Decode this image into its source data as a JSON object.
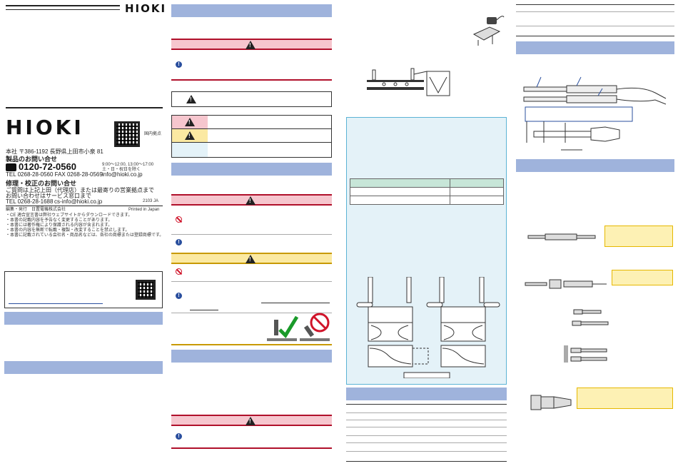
{
  "cover": {
    "brand_small": "HIOKI",
    "brand_large": "HIOKI",
    "domestic_label": "国内拠点",
    "hq_address": "本社 〒386-1192 長野県上田市小泉 81",
    "inquiry_heading": "製品のお問い合せ",
    "free_dial": "0120-72-0560",
    "hours": "9:00～12:00, 13:00～17:00",
    "hours_note": "土・日・祝日を除く",
    "tel_fax": "TEL 0268-28-0560  FAX 0268-28-0569",
    "email": "info@hioki.co.jp",
    "repair_heading": "修理・校正のお問い合せ",
    "repair_line1": "ご質問は上記上田（代理店）または最寄りの営業拠点まで",
    "repair_line2": "お問い合わせはサービス窓口まで",
    "repair_tel": "TEL 0268-28-1688",
    "repair_email": "cs-info@hioki.co.jp",
    "edition": "2103 JA",
    "publisher": "編集・発行　日置電機株式会社",
    "printed": "Printed in Japan",
    "notes": [
      "・CE 適合宣言書は弊社ウェブサイトからダウンロードできます。",
      "・本書の記載内容を予告なく変更することがあります。",
      "・本書には著作権により保護される内容が含まれます。",
      "・本書の内容を無断で転載・複製・改変することを禁止します。",
      "・本書に記載されている会社名・商品名などは、各社の商標または登録商標です。"
    ]
  },
  "tables": {
    "spec_rows": 2
  }
}
